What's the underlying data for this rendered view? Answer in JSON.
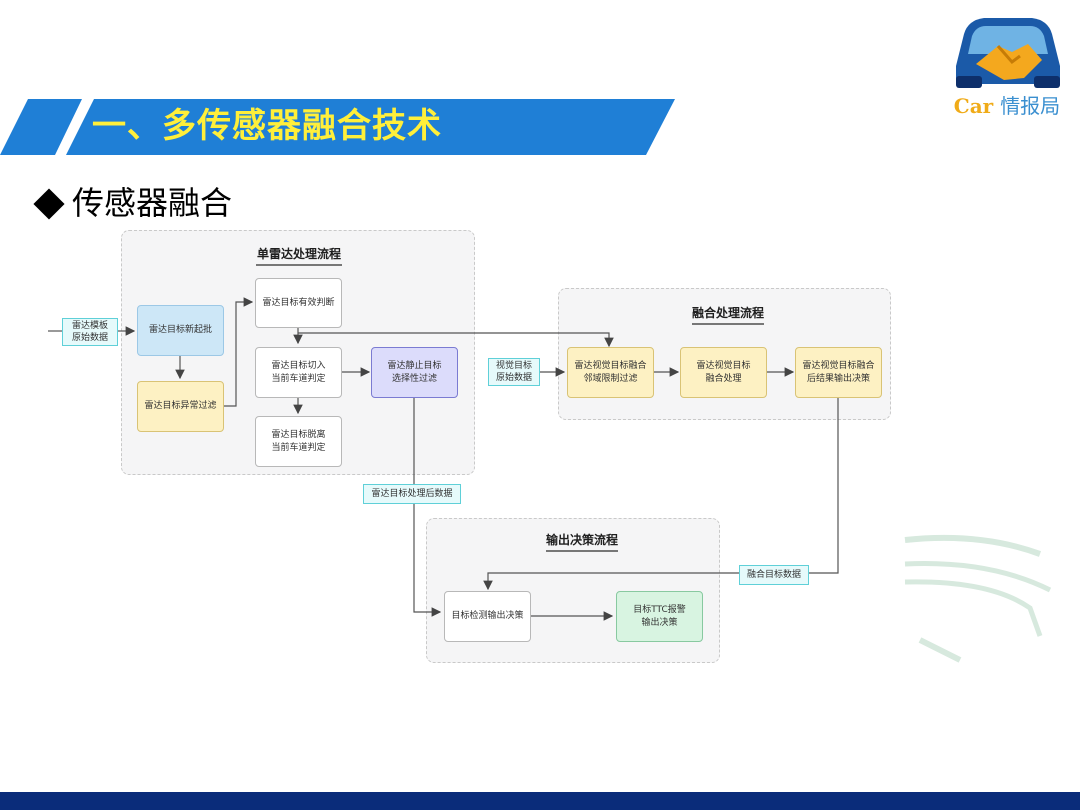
{
  "title": "一、多传感器融合技术",
  "section_heading": "传感器融合",
  "logo": {
    "brand": "Car",
    "name": "情报局"
  },
  "colors": {
    "banner_blue": "#1f7fd6",
    "title_yellow": "#ffef3a",
    "footer_navy": "#0a2c7a",
    "logo_orange": "#f0ab18"
  },
  "diagram": {
    "groups": {
      "single_radar": "单雷达处理流程",
      "fusion": "融合处理流程",
      "output": "输出决策流程"
    },
    "nodes": {
      "radar_new": "雷达目标新起批",
      "radar_abnormal": "雷达目标异常过滤",
      "radar_valid": "雷达目标有效判断",
      "radar_cutin": "雷达目标切入\n当前车道判定",
      "radar_cutout": "雷达目标脱离\n当前车道判定",
      "radar_static": "雷达静止目标\n选择性过滤",
      "fusion_neighbor": "雷达视觉目标融合\n邻域限制过滤",
      "fusion_process": "雷达视觉目标\n融合处理",
      "fusion_output": "雷达视觉目标融合\n后结果输出决策",
      "detect_output": "目标检测输出决策",
      "ttc_output": "目标TTC报警\n输出决策"
    },
    "tags": {
      "radar_raw": "雷达模板\n原始数据",
      "vision_raw": "视觉目标\n原始数据",
      "radar_processed": "雷达目标处理后数据",
      "fusion_data": "融合目标数据"
    }
  }
}
